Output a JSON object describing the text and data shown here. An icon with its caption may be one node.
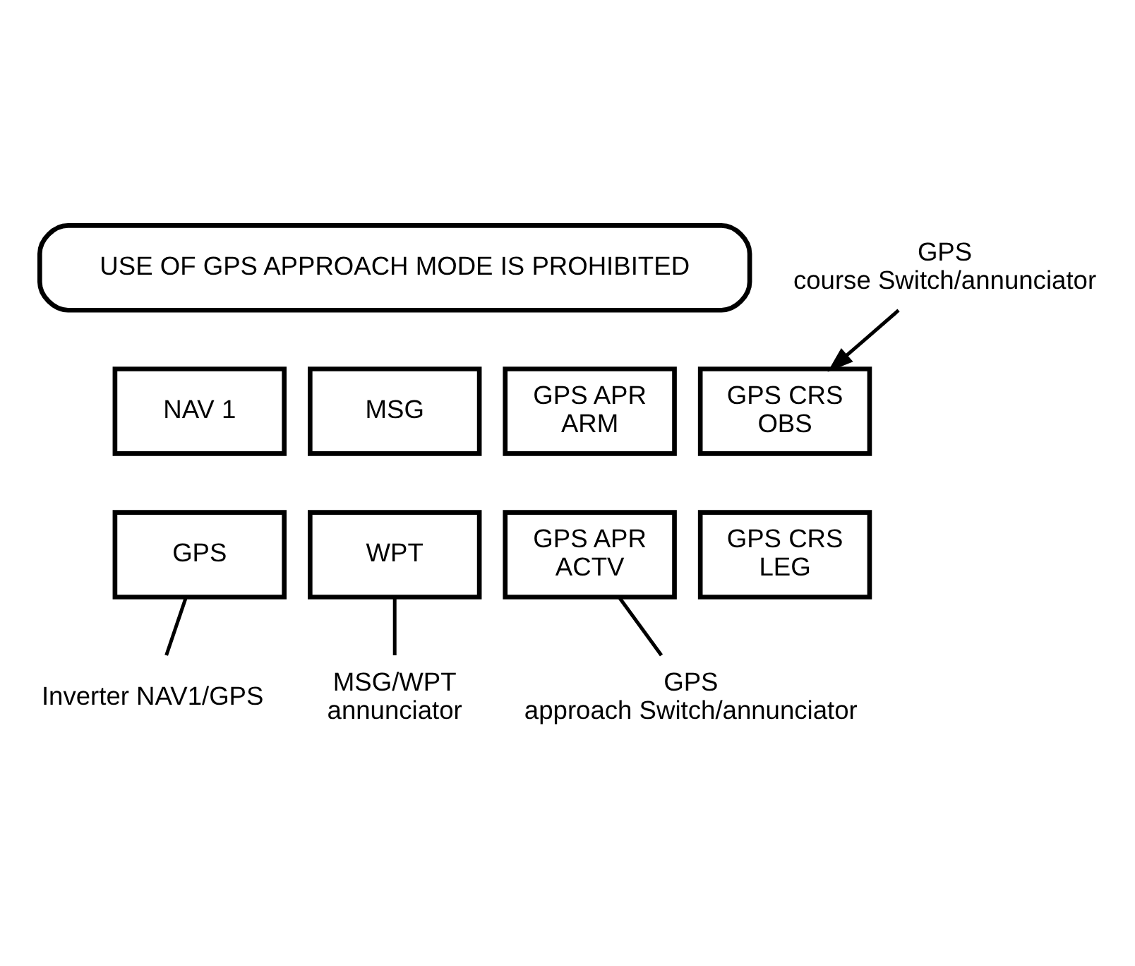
{
  "diagram": {
    "nodes": [
      {
        "text": [
          "USE OF GPS APPROACH MODE IS PROHIBITED"
        ]
      },
      {
        "text": [
          "NAV 1"
        ]
      },
      {
        "text": [
          "GPS"
        ]
      },
      {
        "text": [
          "MSG"
        ]
      },
      {
        "text": [
          "WPT"
        ]
      },
      {
        "text": [
          "GPS APR ARM"
        ]
      },
      {
        "text": [
          "GPS APR ACTV"
        ]
      },
      {
        "text": [
          "GPS CRS OBS"
        ]
      },
      {
        "text": [
          "GPS CRS LEG"
        ]
      },
      {
        "text": [
          "GPS course Switch/annunciator"
        ]
      },
      {
        "text": [
          "MSG/WPT annunciator"
        ]
      },
      {
        "text": [
          "Inverter NAV1/GPS"
        ]
      },
      {
        "text": [
          "GPS approach Switch/annunciator"
        ]
      }
    ],
    "edges": [
      {
        "from": 9,
        "to": 7,
        "arrow": "to"
      },
      {
        "from": 10,
        "to": 4,
        "arrow": "none"
      },
      {
        "from": 11,
        "to": 2,
        "arrow": "none"
      },
      {
        "from": 12,
        "to": 6,
        "arrow": "none"
      }
    ]
  }
}
